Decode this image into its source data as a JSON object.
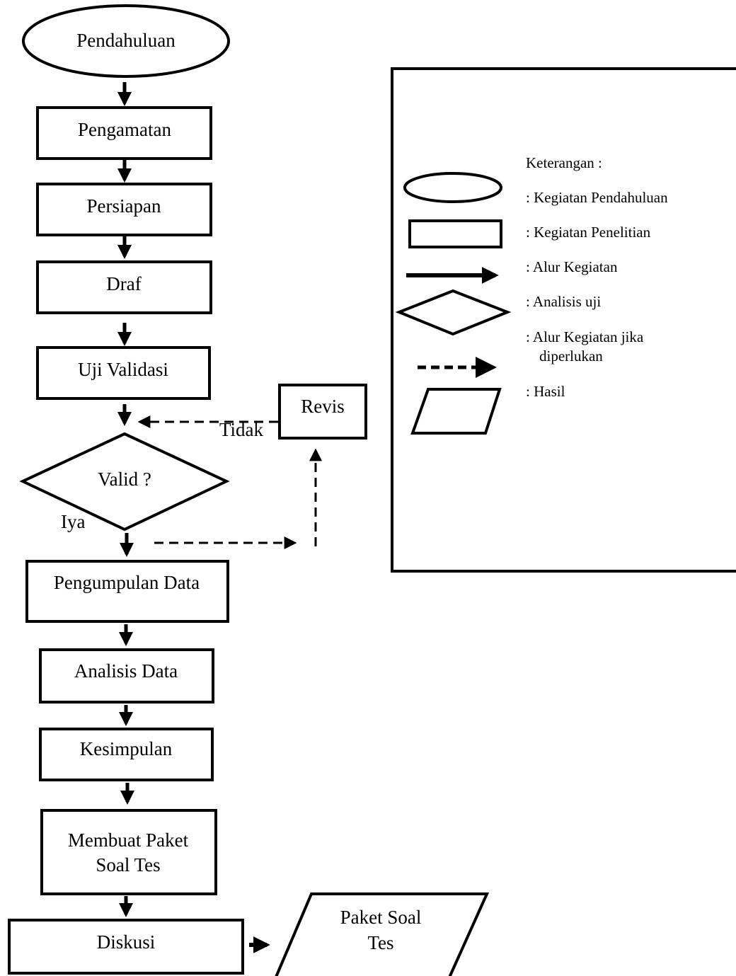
{
  "flow": {
    "pendahuluan": "Pendahuluan",
    "pengamatan": "Pengamatan",
    "persiapan": "Persiapan",
    "draf": "Draf",
    "uji_validasi": "Uji Validasi",
    "revis": "Revis",
    "valid": "Valid ?",
    "tidak": "Tidak",
    "iya": "Iya",
    "pengumpulan_data": "Pengumpulan Data",
    "analisis_data": "Analisis Data",
    "kesimpulan": "Kesimpulan",
    "membuat_paket_line1": "Membuat Paket",
    "membuat_paket_line2": "Soal Tes",
    "diskusi": "Diskusi",
    "paket_soal_line1": "Paket Soal",
    "paket_soal_line2": "Tes"
  },
  "legend": {
    "title": "Keterangan :",
    "items": [
      {
        "shape": "ellipse",
        "label": ": Kegiatan Pendahuluan"
      },
      {
        "shape": "rectangle",
        "label": ": Kegiatan Penelitian"
      },
      {
        "shape": "solid-arrow",
        "label": ": Alur Kegiatan"
      },
      {
        "shape": "diamond",
        "label": ": Analisis uji"
      },
      {
        "shape": "dashed-arrow",
        "label": ": Alur Kegiatan jika",
        "label_line2": "diperlukan"
      },
      {
        "shape": "parallelogram",
        "label": ": Hasil"
      }
    ]
  }
}
